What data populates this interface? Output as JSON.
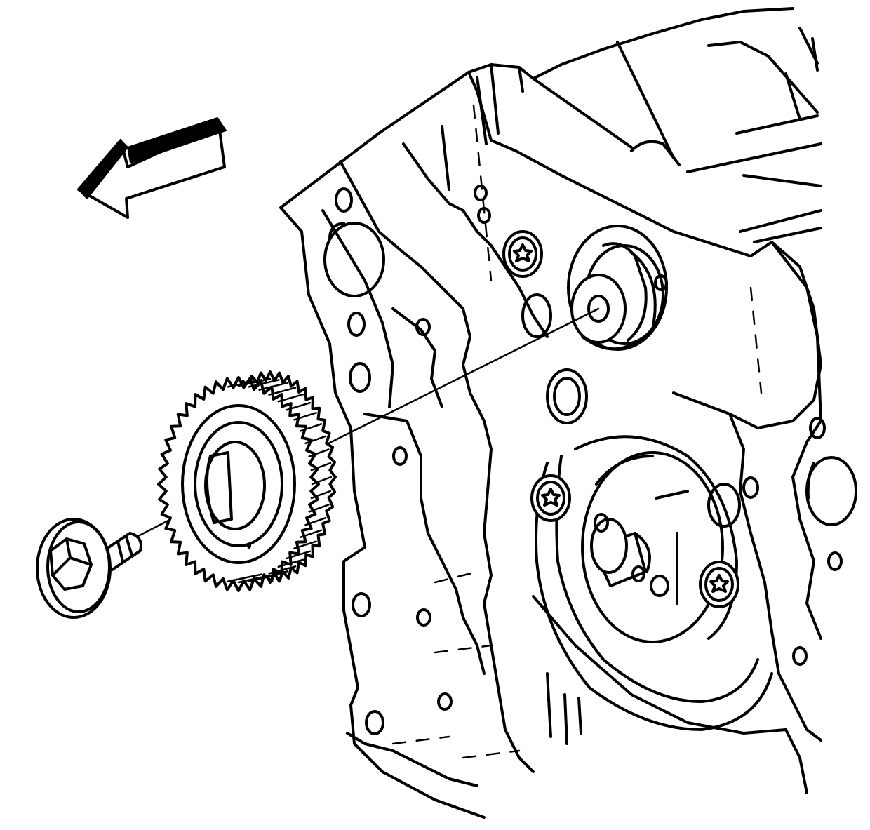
{
  "diagram": {
    "colors": {
      "line": "#000000",
      "background": "#ffffff"
    },
    "components": [
      {
        "id": "direction-arrow",
        "icon": "arrow-left-icon"
      },
      {
        "id": "engine-front-cover"
      },
      {
        "id": "idler-shaft-stud"
      },
      {
        "id": "oil-pump-hub"
      },
      {
        "id": "torx-bolt-1",
        "icon": "torx-head-icon"
      },
      {
        "id": "torx-bolt-2",
        "icon": "torx-head-icon"
      },
      {
        "id": "torx-bolt-3",
        "icon": "torx-head-icon"
      },
      {
        "id": "idler-gear",
        "teeth": 44
      },
      {
        "id": "hex-flange-bolt",
        "icon": "hex-head-icon"
      },
      {
        "id": "alignment-line"
      }
    ]
  }
}
